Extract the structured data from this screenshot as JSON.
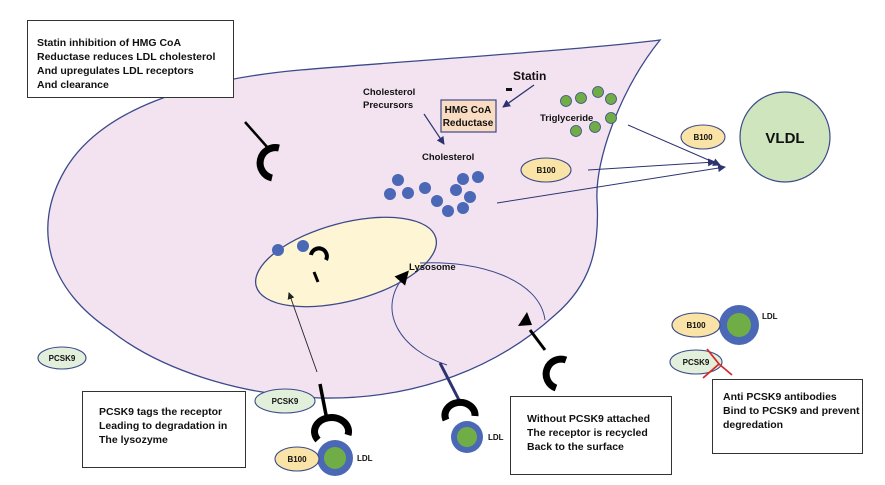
{
  "title": "Statin and PCSK9 inhibitor mechanism in hepatocyte LDL metabolism",
  "colors": {
    "cell_fill": "#f3e3f1",
    "outline": "#3b4a8a",
    "lysosome_fill": "#fdf5d3",
    "cholesterol_dot": "#4a68b5",
    "triglyceride_dot": "#70ad47",
    "b100_fill": "#fae3a6",
    "pcsk9_fill": "#e2efdb",
    "vldl_fill": "#cfe5bd",
    "hmg_fill": "#f9dcc2",
    "receptor": "#000000",
    "antibody": "#d42a2a"
  },
  "notes": {
    "statin": [
      "Statin inhibition of HMG CoA",
      "Reductase reduces LDL cholesterol",
      "And upregulates LDL receptors",
      "And clearance"
    ],
    "pcsk9_tags": [
      "PCSK9 tags the receptor",
      "Leading to degradation in",
      "The lysozyme"
    ],
    "recycled": [
      "Without PCSK9 attached",
      "The receptor is recycled",
      "Back to the surface"
    ],
    "antibody": [
      "Anti PCSK9 antibodies",
      "Bind to PCSK9 and prevent",
      "degredation"
    ]
  },
  "labels": {
    "statin": "Statin",
    "inhibit_sign": "-",
    "precursors_1": "Cholesterol",
    "precursors_2": "Precursors",
    "hmg_1": "HMG CoA",
    "hmg_2": "Reductase",
    "cholesterol": "Cholesterol",
    "triglyceride": "Triglyceride",
    "lysosome": "Lysosome",
    "vldl": "VLDL",
    "b100": "B100",
    "ldl": "LDL",
    "pcsk9": "PCSK9"
  }
}
